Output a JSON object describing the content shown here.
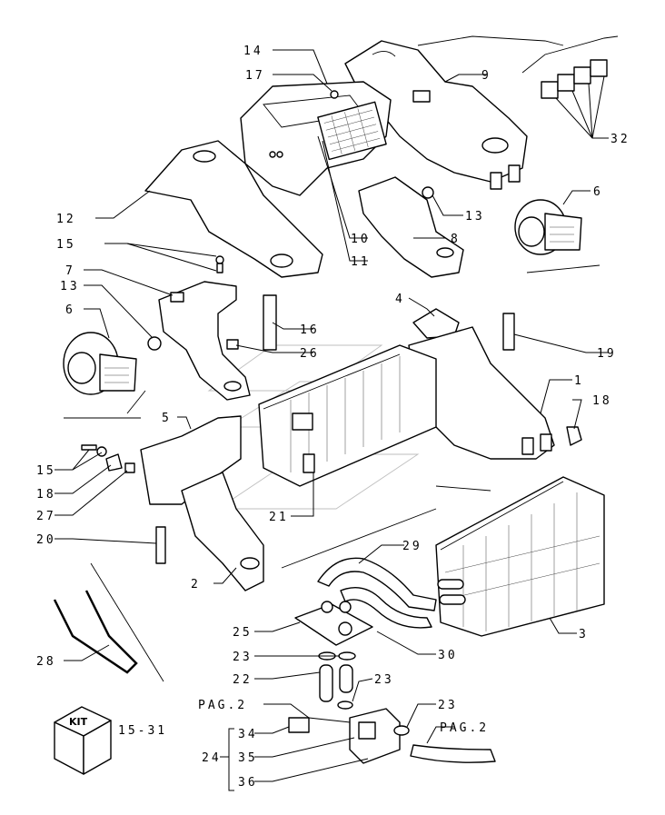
{
  "labels": {
    "l14": "14",
    "l17": "17",
    "l9": "9",
    "l32": "32",
    "l12": "12",
    "l13a": "13",
    "l6a": "6",
    "l15a": "15",
    "l10": "10",
    "l8": "8",
    "l7": "7",
    "l11": "11",
    "l13b": "13",
    "l4": "4",
    "l16": "16",
    "l6b": "6",
    "l26": "26",
    "l19": "19",
    "l1": "1",
    "l18a": "18",
    "l5": "5",
    "l15b": "15",
    "l18b": "18",
    "l27": "27",
    "l21": "21",
    "l20": "20",
    "l29": "29",
    "l2": "2",
    "l3": "3",
    "l25": "25",
    "l28": "28",
    "l23a": "23",
    "l30": "30",
    "l22": "22",
    "l23b": "23",
    "lpag2a": "PAG.2",
    "l23c": "23",
    "lpag2b": "PAG.2",
    "l34": "34",
    "l24": "24",
    "l35": "35",
    "l36": "36",
    "kit": "KIT",
    "kitref": "15-31"
  },
  "colors": {
    "ink": "#000000",
    "paper": "#ffffff"
  }
}
